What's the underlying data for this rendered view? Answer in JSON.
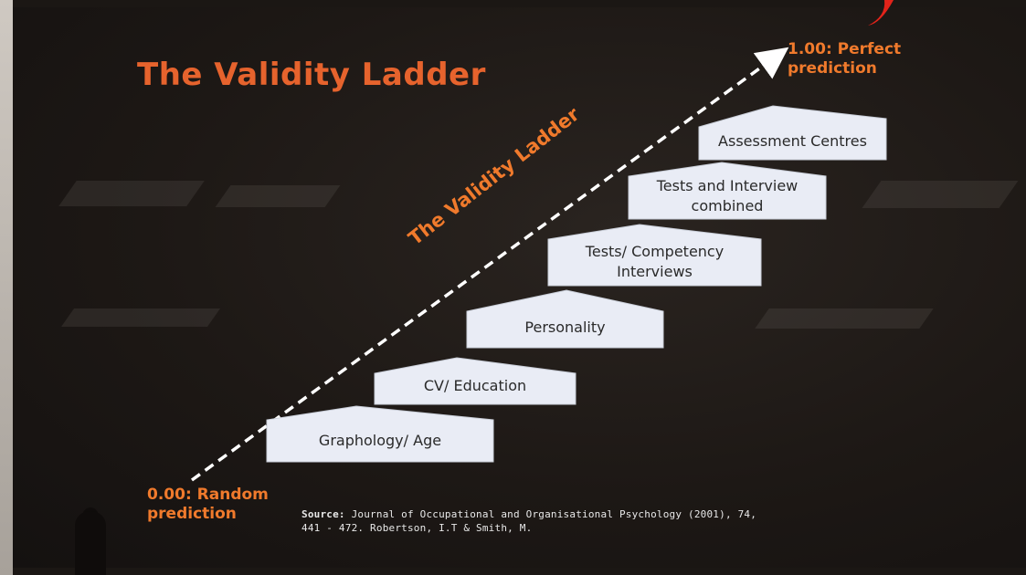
{
  "slide": {
    "title": "The Validity Ladder",
    "diagonal_label": "The Validity Ladder",
    "top_end": {
      "line1": "1.00: Perfect",
      "line2": "prediction"
    },
    "bottom_end": {
      "line1": "0.00: Random",
      "line2": "prediction"
    },
    "steps": [
      {
        "label": "Graphology/ Age"
      },
      {
        "label": "CV/ Education"
      },
      {
        "label": "Personality"
      },
      {
        "label": "Tests/ Competency\nInterviews"
      },
      {
        "label": "Tests and Interview\ncombined"
      },
      {
        "label": "Assessment Centres"
      }
    ],
    "source": {
      "prefix": "Source:",
      "text": "Journal of Occupational and Organisational Psychology (2001), 74, 441 - 472. Robertson, I.T & Smith, M."
    }
  },
  "colors": {
    "title_orange": "#e6632d",
    "step_fill": "#e9ecf5",
    "arrow": "#ffffff",
    "swoosh_red": "#e2231a"
  }
}
